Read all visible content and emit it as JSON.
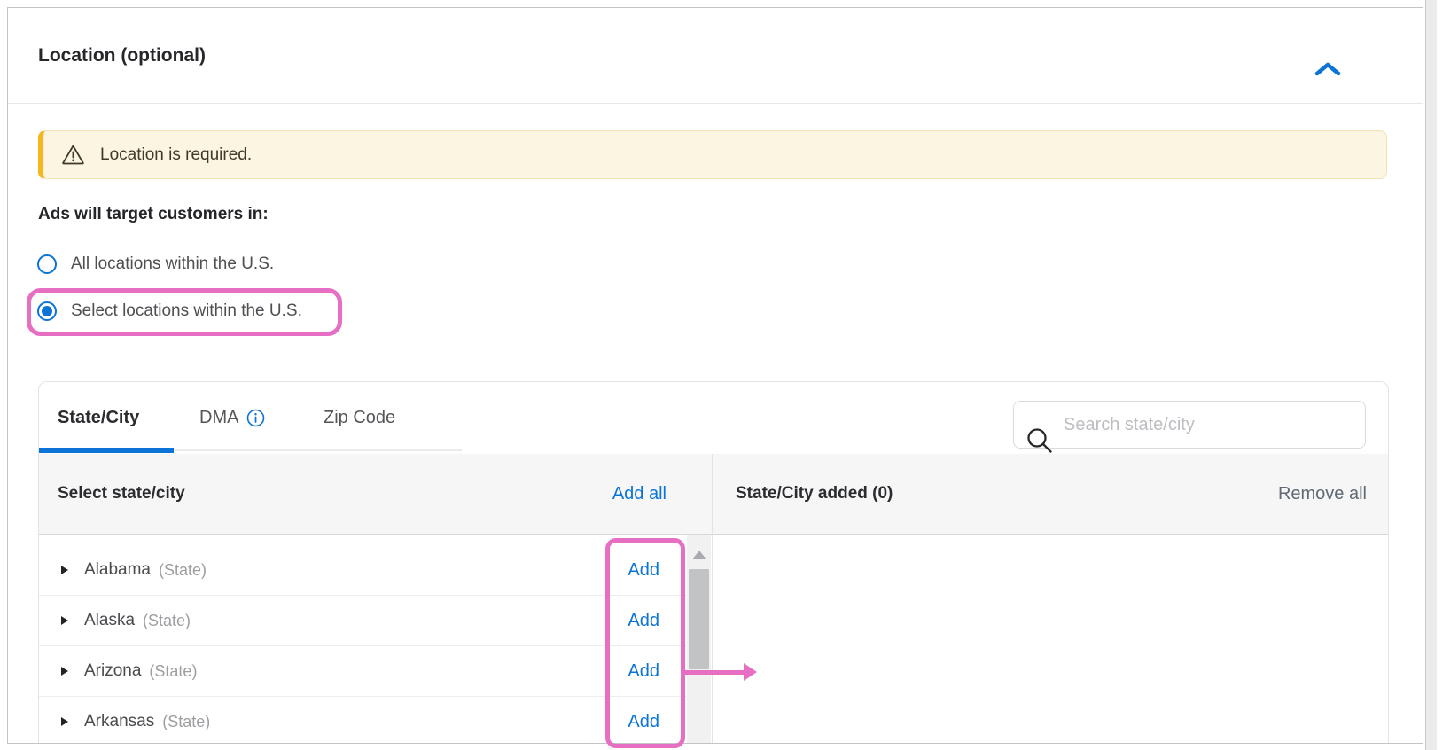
{
  "colors": {
    "accent_blue": "#0b74d6",
    "annotation_pink": "#e66ec3",
    "alert_gold": "#f6b71d",
    "alert_background": "#fcf5e2"
  },
  "header": {
    "title": "Location (optional)",
    "collapse_icon": "chevron-up-icon"
  },
  "alert": {
    "icon": "warning-triangle-icon",
    "text": "Location is required."
  },
  "targeting": {
    "label": "Ads will target customers in:",
    "options": [
      {
        "label": "All locations within the U.S.",
        "selected": false
      },
      {
        "label": "Select locations within the U.S.",
        "selected": true,
        "annotated": true
      }
    ]
  },
  "picker": {
    "tabs": [
      {
        "label": "State/City",
        "active": true
      },
      {
        "label": "DMA",
        "active": false,
        "info_icon": "info-icon"
      },
      {
        "label": "Zip Code",
        "active": false
      }
    ],
    "search": {
      "icon": "search-icon",
      "placeholder": "Search state/city",
      "value": ""
    },
    "left_panel": {
      "header": "Select state/city",
      "action": "Add all",
      "item_expander_icon": "triangle-right-icon",
      "items": [
        {
          "name": "Alabama",
          "type": "(State)",
          "action": "Add"
        },
        {
          "name": "Alaska",
          "type": "(State)",
          "action": "Add"
        },
        {
          "name": "Arizona",
          "type": "(State)",
          "action": "Add"
        },
        {
          "name": "Arkansas",
          "type": "(State)",
          "action": "Add"
        }
      ]
    },
    "right_panel": {
      "header": "State/City added (0)",
      "added_count": 0,
      "action": "Remove all"
    }
  },
  "annotations": {
    "color": "#e66ec3",
    "highlights": [
      "selected-radio-option",
      "add-column"
    ],
    "arrow_icon": "arrow-right-annotation"
  }
}
